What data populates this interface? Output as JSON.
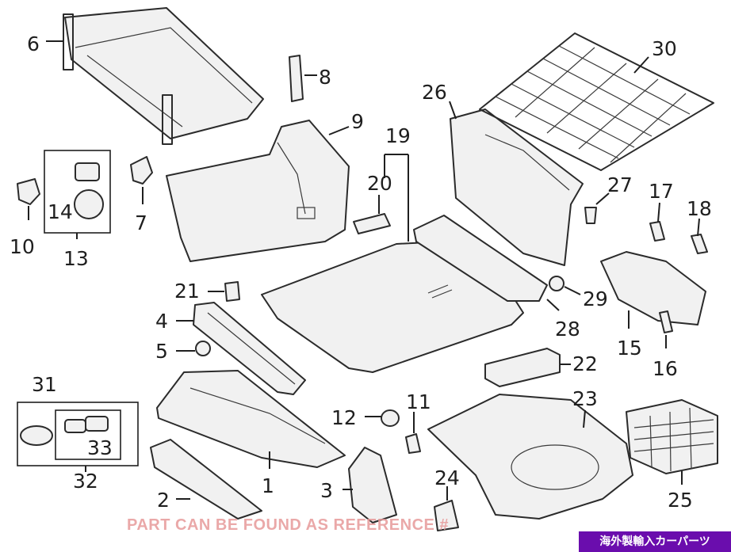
{
  "callouts": {
    "c1": "1",
    "c2": "2",
    "c3": "3",
    "c4": "4",
    "c5": "5",
    "c6": "6",
    "c7": "7",
    "c8": "8",
    "c9": "9",
    "c10": "10",
    "c11": "11",
    "c12": "12",
    "c13": "13",
    "c14": "14",
    "c15": "15",
    "c16": "16",
    "c17": "17",
    "c18": "18",
    "c19": "19",
    "c20": "20",
    "c21": "21",
    "c22": "22",
    "c23": "23",
    "c24": "24",
    "c25": "25",
    "c26": "26",
    "c27": "27",
    "c28": "28",
    "c29": "29",
    "c30": "30",
    "c31": "31",
    "c32": "32",
    "c33": "33"
  },
  "watermark_text": "PART CAN BE FOUND AS REFERENCE #",
  "badge_text": "海外製輸入カーパーツ",
  "colors": {
    "watermark": "#e79a9a",
    "badge_bg": "#6a0dad",
    "badge_fg": "#ffffff"
  }
}
